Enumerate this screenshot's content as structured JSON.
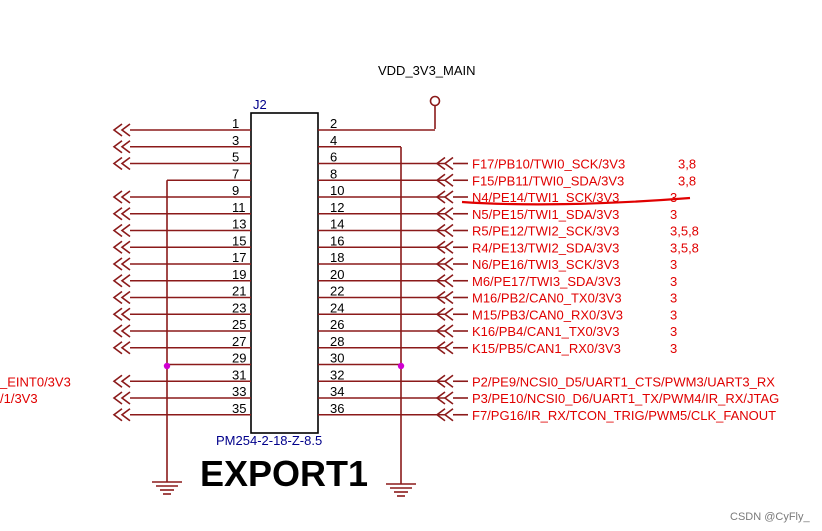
{
  "power_label": "VDD_3V3_MAIN",
  "connector": {
    "ref": "J2",
    "part": "PM254-2-18-Z-8.5",
    "title": "EXPORT1"
  },
  "left_pins": [
    "1",
    "3",
    "5",
    "7",
    "9",
    "11",
    "13",
    "15",
    "17",
    "19",
    "21",
    "23",
    "25",
    "27",
    "29",
    "31",
    "33",
    "35"
  ],
  "right_pins": [
    "2",
    "4",
    "6",
    "8",
    "10",
    "12",
    "14",
    "16",
    "18",
    "20",
    "22",
    "24",
    "26",
    "28",
    "30",
    "32",
    "34",
    "36"
  ],
  "right_nets": [
    {
      "name": "F17/PB10/TWI0_SCK/3V3",
      "page": "3,8"
    },
    {
      "name": "F15/PB11/TWI0_SDA/3V3",
      "page": "3,8"
    },
    {
      "name": "N4/PE14/TWI1_SCK/3V3",
      "page": "3"
    },
    {
      "name": "N5/PE15/TWI1_SDA/3V3",
      "page": "3"
    },
    {
      "name": "R5/PE12/TWI2_SCK/3V3",
      "page": "3,5,8"
    },
    {
      "name": "R4/PE13/TWI2_SDA/3V3",
      "page": "3,5,8"
    },
    {
      "name": "N6/PE16/TWI3_SCK/3V3",
      "page": "3"
    },
    {
      "name": "M6/PE17/TWI3_SDA/3V3",
      "page": "3"
    },
    {
      "name": "M16/PB2/CAN0_TX0/3V3",
      "page": "3"
    },
    {
      "name": "M15/PB3/CAN0_RX0/3V3",
      "page": "3"
    },
    {
      "name": "K16/PB4/CAN1_TX0/3V3",
      "page": "3"
    },
    {
      "name": "K15/PB5/CAN1_RX0/3V3",
      "page": "3"
    },
    {
      "name": "P2/PE9/NCSI0_D5/UART1_CTS/PWM3/UART3_RX",
      "page": ""
    },
    {
      "name": "P3/PE10/NCSI0_D6/UART1_TX/PWM4/IR_RX/JTAG",
      "page": ""
    },
    {
      "name": "F7/PG16/IR_RX/TCON_TRIG/PWM5/CLK_FANOUT",
      "page": ""
    }
  ],
  "left_nets": [
    "_EINT0/3V3",
    "/1/3V3"
  ],
  "watermark": "CSDN @CyFly_",
  "colors": {
    "wire": "#8b1a1a",
    "net_text": "#e00000",
    "ref_text": "#00008b",
    "junction": "#d000d0",
    "annotation": "#e00000"
  }
}
